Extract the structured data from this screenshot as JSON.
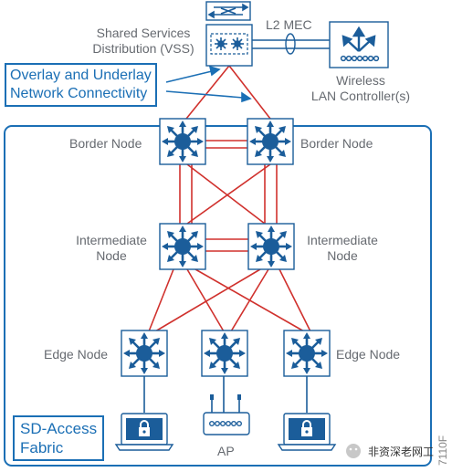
{
  "labels": {
    "shared_services_line1": "Shared Services",
    "shared_services_line2": "Distribution (VSS)",
    "l2_mec": "L2 MEC",
    "wlc_line1": "Wireless",
    "wlc_line2": "LAN Controller(s)",
    "overlay_line1": "Overlay and Underlay",
    "overlay_line2": "Network Connectivity",
    "border_left": "Border Node",
    "border_right": "Border Node",
    "intermediate_left_1": "Intermediate",
    "intermediate_left_2": "Node",
    "intermediate_right_1": "Intermediate",
    "intermediate_right_2": "Node",
    "edge_left": "Edge Node",
    "edge_right": "Edge Node",
    "ap": "AP",
    "fabric_line1": "SD-Access",
    "fabric_line2": "Fabric",
    "figure_id": "7110F",
    "watermark": "非资深老网工"
  },
  "colors": {
    "link_red": "#d0312d",
    "device_blue": "#1b5d9a",
    "fabric_border": "#1b6fb5",
    "label_gray": "#666a70"
  },
  "icons": {
    "core_switch": "router-arrows-icon",
    "vss": "vss-switch-icon",
    "wlc": "wireless-controller-icon",
    "laptop": "laptop-lock-icon",
    "access_point": "access-point-icon"
  }
}
